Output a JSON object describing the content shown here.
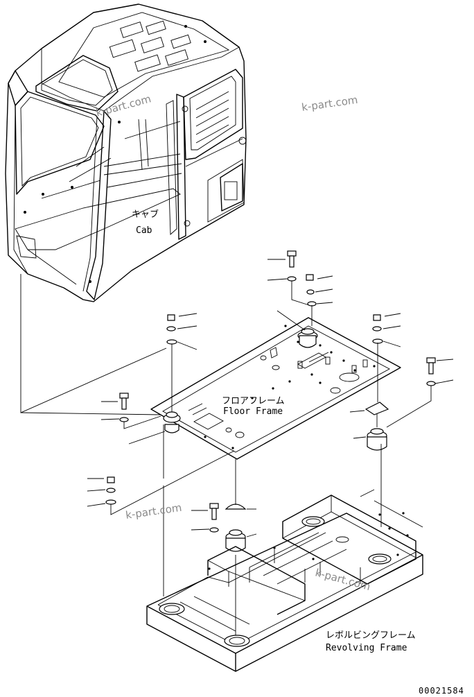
{
  "labels": {
    "cab_jp": "キャブ",
    "cab_en": "Cab",
    "floor_jp": "フロアフレーム",
    "floor_en": "Floor Frame",
    "revolving_jp": "レボルビングフレーム",
    "revolving_en": "Revolving Frame"
  },
  "watermarks": [
    "k-part.com",
    "k-part.com",
    "k-part.com",
    "k-part.com"
  ],
  "drawing_number": "00021584"
}
